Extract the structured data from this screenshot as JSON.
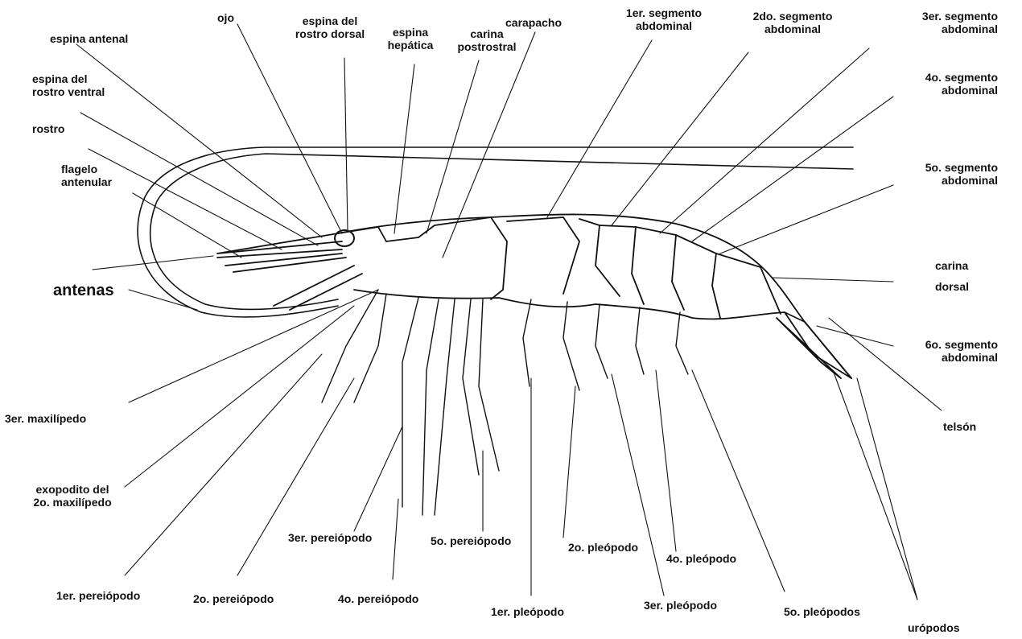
{
  "colors": {
    "ink": "#111111",
    "background": "#ffffff"
  },
  "labels": {
    "ojo": "ojo",
    "espina_antenal": "espina antenal",
    "espina_rostro_dorsal": [
      "espina del",
      "rostro dorsal"
    ],
    "espina_hepatica": [
      "espina",
      "hepática"
    ],
    "carina_postrostral": [
      "carina",
      "postrostral"
    ],
    "carapacho": "carapacho",
    "seg1": [
      "1er. segmento",
      "abdominal"
    ],
    "seg2": [
      "2do. segmento",
      "abdominal"
    ],
    "seg3": [
      "3er. segmento",
      "abdominal"
    ],
    "seg4": [
      "4o. segmento",
      "abdominal"
    ],
    "seg5": [
      "5o. segmento",
      "abdominal"
    ],
    "seg6": [
      "6o. segmento",
      "abdominal"
    ],
    "espina_rostro_ventral": [
      "espina del",
      "rostro ventral"
    ],
    "rostro": "rostro",
    "flagelo": [
      "flagelo",
      "antenular"
    ],
    "antenas": "antenas",
    "carina_dorsal": [
      "carina",
      "dorsal"
    ],
    "telson": "telsón",
    "maxilipedo3": "3er. maxilípedo",
    "exopodito": [
      "exopodito del",
      "2o. maxilípedo"
    ],
    "pereiopodo1": "1er. pereiópodo",
    "pereiopodo2": "2o. pereiópodo",
    "pereiopodo3": "3er. pereiópodo",
    "pereiopodo4": "4o. pereiópodo",
    "pereiopodo5": "5o. pereiópodo",
    "pleopodo1": "1er. pleópodo",
    "pleopodo2": "2o. pleópodo",
    "pleopodo3": "3er. pleópodo",
    "pleopodo4": "4o. pleópodo",
    "pleopodos5": "5o. pleópodos",
    "uropodos": "urópodos"
  }
}
